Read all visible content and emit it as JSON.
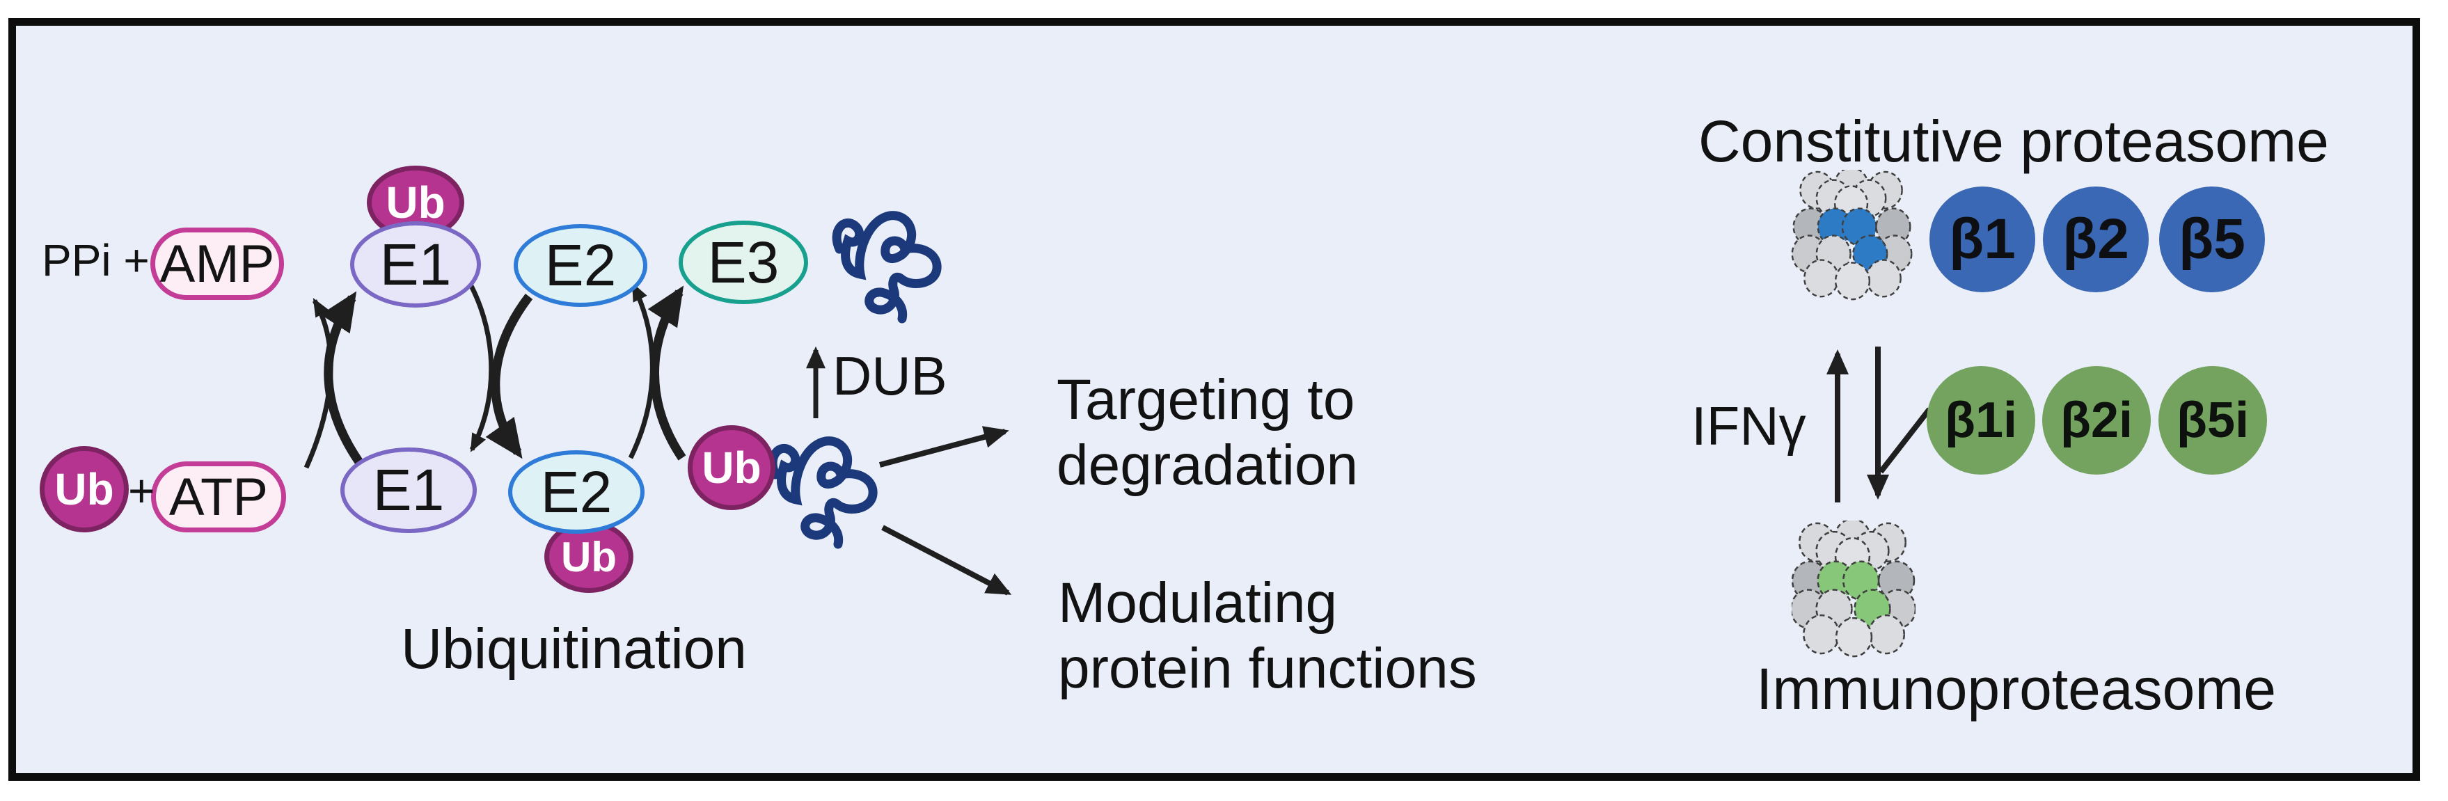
{
  "cycle": {
    "ppi": "PPi +",
    "amp": "AMP",
    "ub": "Ub",
    "plus": "+",
    "atp": "ATP",
    "e1": "E1",
    "e2": "E2",
    "e3": "E3",
    "dub": "DUB",
    "title": "Ubiquitination"
  },
  "outcomes": {
    "degradation_line1": "Targeting to",
    "degradation_line2": "degradation",
    "modulating_line1": "Modulating",
    "modulating_line2": "protein functions"
  },
  "proteasome": {
    "constitutive_title": "Constitutive proteasome",
    "ifn": "IFNγ",
    "constitutive_subunits": [
      "β1",
      "β2",
      "β5"
    ],
    "immuno_subunits": [
      "β1i",
      "β2i",
      "β5i"
    ],
    "immuno_title": "Immunoproteasome"
  },
  "colors": {
    "background": "#e9eef9",
    "frame": "#0d0d0d",
    "ub_fill": "#b5348f",
    "ub_border": "#7d2362",
    "nucleotide_fill": "#fdeef5",
    "nucleotide_border": "#c33d97",
    "e1_fill": "#e7e6f8",
    "e1_border": "#7b68c4",
    "e2_fill": "#def1f5",
    "e2_border": "#2f7cd8",
    "e3_fill": "#e3f4ee",
    "e3_border": "#18a08f",
    "subunit_blue": "#3b68b4",
    "subunit_green": "#74a35f",
    "proteasome_blue": "#2e7bc5",
    "proteasome_green": "#87c77a",
    "protein_navy": "#1c3a7b",
    "arrow_black": "#1f1f1f"
  }
}
